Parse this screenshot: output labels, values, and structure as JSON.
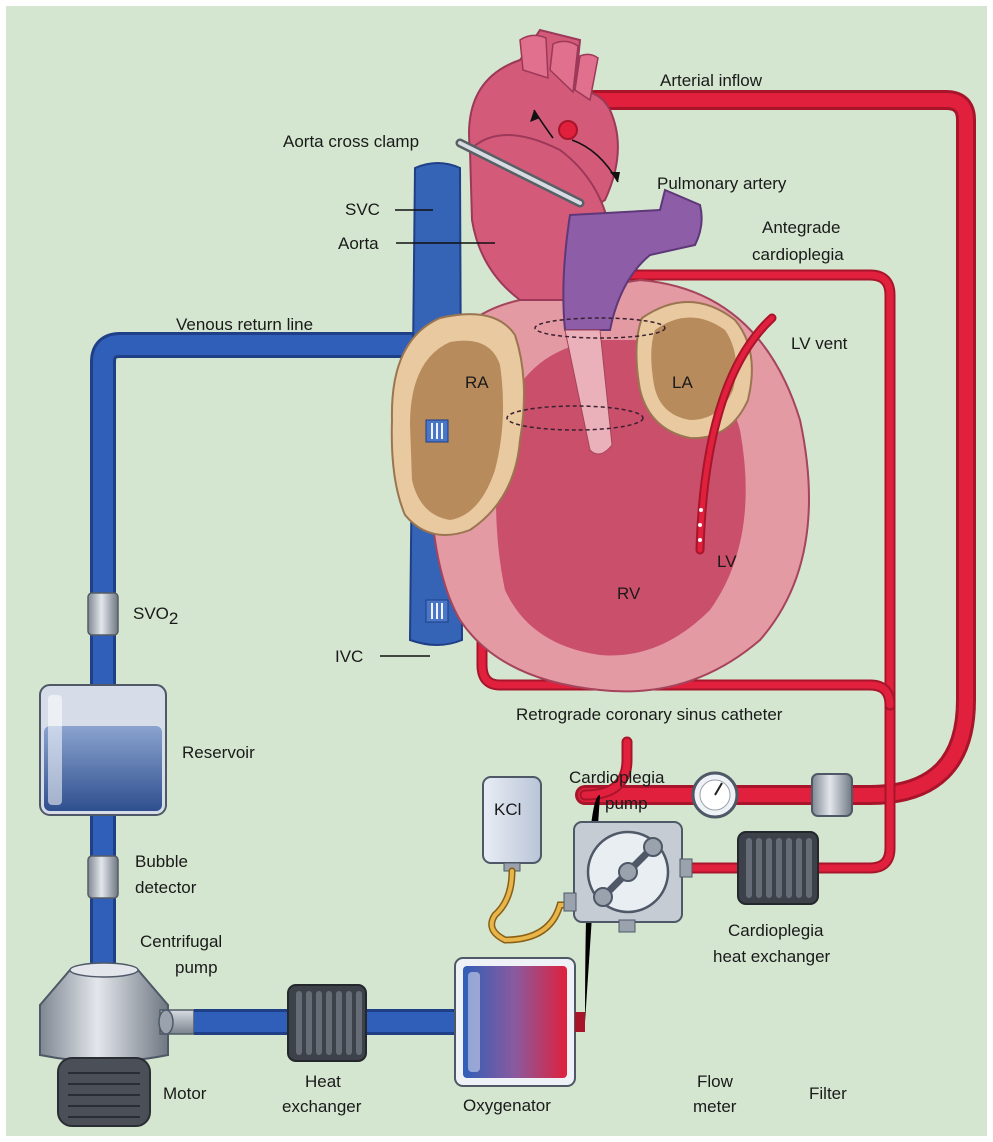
{
  "colors": {
    "background": "#d4e6d0",
    "arterial_red": "#e0203c",
    "venous_blue": "#2f5fb8",
    "heart_pink": "#d45a7a",
    "muscle_pink": "#e39aa3",
    "atrium_tan": "#e8c9a0",
    "pulmonary_purple": "#8e5da8",
    "kcl_line_yellow": "#e8b54a",
    "device_gray": "#aeb4be"
  },
  "labels": {
    "arterial_inflow": "Arterial inflow",
    "aorta_cross_clamp": "Aorta cross clamp",
    "pulmonary_artery": "Pulmonary artery",
    "svc": "SVC",
    "aorta": "Aorta",
    "antegrade_1": "Antegrade",
    "antegrade_2": "cardioplegia",
    "venous_return_line": "Venous return line",
    "ra": "RA",
    "la": "LA",
    "lv_vent": "LV vent",
    "lv": "LV",
    "rv": "RV",
    "svo2_main": "SVO",
    "svo2_sub": "2",
    "ivc": "IVC",
    "retrograde": "Retrograde coronary sinus catheter",
    "reservoir": "Reservoir",
    "kcl": "KCl",
    "cardioplegia_pump_1": "Cardioplegia",
    "cardioplegia_pump_2": "pump",
    "bubble_detector_1": "Bubble",
    "bubble_detector_2": "detector",
    "cp_heat_exchanger_1": "Cardioplegia",
    "cp_heat_exchanger_2": "heat exchanger",
    "centrifugal_pump_1": "Centrifugal",
    "centrifugal_pump_2": "pump",
    "motor": "Motor",
    "heat_exchanger_1": "Heat",
    "heat_exchanger_2": "exchanger",
    "oxygenator": "Oxygenator",
    "flow_meter_1": "Flow",
    "flow_meter_2": "meter",
    "filter": "Filter"
  }
}
